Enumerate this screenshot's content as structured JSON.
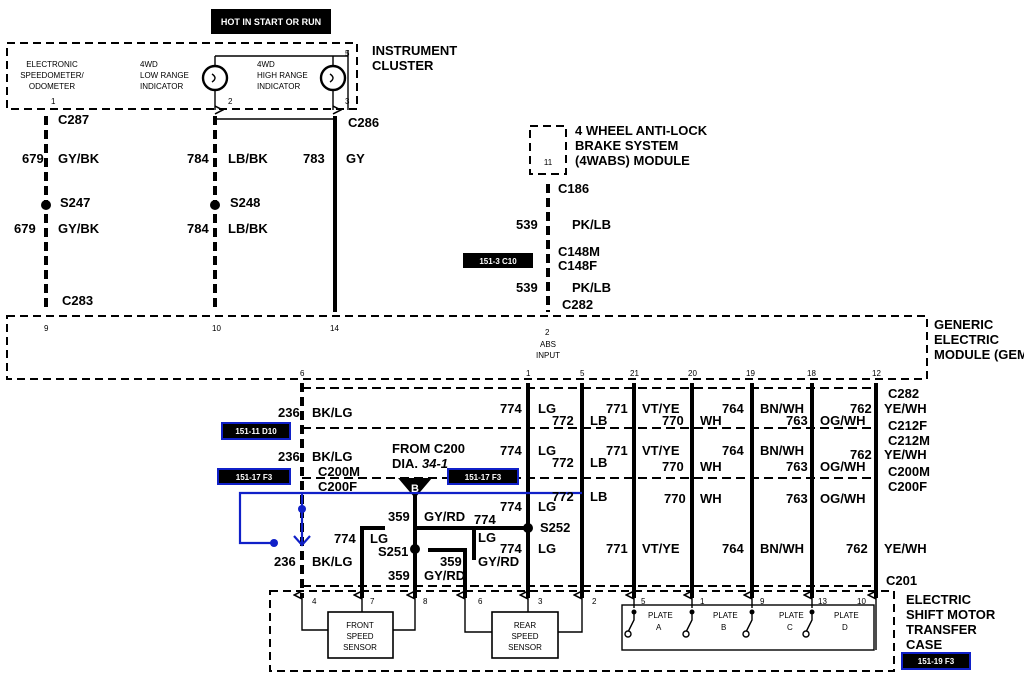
{
  "header": {
    "hot_label": "HOT IN START OR RUN"
  },
  "instrument_cluster": {
    "title_line1": "INSTRUMENT",
    "title_line2": "CLUSTER",
    "speedo_line1": "ELECTRONIC",
    "speedo_line2": "SPEEDOMETER/",
    "speedo_line3": "ODOMETER",
    "low_line1": "4WD",
    "low_line2": "LOW RANGE",
    "low_line3": "INDICATOR",
    "high_line1": "4WD",
    "high_line2": "HIGH RANGE",
    "high_line3": "INDICATOR",
    "pin1": "1",
    "pin2": "2",
    "pin3": "3",
    "pin5": "5"
  },
  "abs_module": {
    "line1": "4 WHEEL ANTI-LOCK",
    "line2": "BRAKE SYSTEM",
    "line3": "(4WABS) MODULE",
    "pin": "11"
  },
  "gem": {
    "line1": "GENERIC",
    "line2": "ELECTRIC",
    "line3": "MODULE (GEM)",
    "pin9": "9",
    "pin10": "10",
    "pin14": "14",
    "pin2": "2",
    "abs_input1": "ABS",
    "abs_input2": "INPUT",
    "pin6": "6",
    "pin1": "1",
    "pin5": "5",
    "pin21": "21",
    "pin20": "20",
    "pin19": "19",
    "pin18": "18",
    "pin12": "12"
  },
  "upper_wires": {
    "c287": "C287",
    "c286": "C286",
    "c283": "C283",
    "c186": "C186",
    "c148m": "C148M",
    "c148f": "C148F",
    "c282": "C282",
    "w679a": "679",
    "c679a": "GY/BK",
    "w679b": "679",
    "c679b": "GY/BK",
    "w784a": "784",
    "c784a": "LB/BK",
    "w784b": "784",
    "c784b": "LB/BK",
    "w783": "783",
    "c783": "GY",
    "w539a": "539",
    "c539a": "PK/LB",
    "w539b": "539",
    "c539b": "PK/LB",
    "s247": "S247",
    "s248": "S248"
  },
  "lower_wires": {
    "w236a": "236",
    "c236a": "BK/LG",
    "w236b": "236",
    "c236b": "BK/LG",
    "w236c": "236",
    "c236c": "BK/LG",
    "w774a": "774",
    "c774a": "LG",
    "w774b": "774",
    "c774b": "LG",
    "w774c": "774",
    "c774c": "LG",
    "w774d": "774",
    "c774d": "LG",
    "w774e": "774",
    "c774e": "LG",
    "w774f": "774",
    "c774f": "LG",
    "w774g": "774",
    "c774g": "LG",
    "w772a": "772",
    "c772a": "LB",
    "w772b": "772",
    "c772b": "LB",
    "w772c": "772",
    "c772c": "LB",
    "w771a": "771",
    "c771a": "VT/YE",
    "w771b": "771",
    "c771b": "VT/YE",
    "w771c": "771",
    "c771c": "VT/YE",
    "w770a": "770",
    "c770a": "WH",
    "w770b": "770",
    "c770b": "WH",
    "w770c": "770",
    "c770c": "WH",
    "w764a": "764",
    "c764a": "BN/WH",
    "w764b": "764",
    "c764b": "BN/WH",
    "w764c": "764",
    "c764c": "BN/WH",
    "w763a": "763",
    "c763a": "OG/WH",
    "w763b": "763",
    "c763b": "OG/WH",
    "w763c": "763",
    "c763c": "OG/WH",
    "w762a": "762",
    "c762a": "YE/WH",
    "w762b": "762",
    "c762b": "YE/WH",
    "w762c": "762",
    "c762c": "YE/WH",
    "w359a": "359",
    "c359a": "GY/RD",
    "w359b": "359",
    "w359c": "359",
    "c359c": "GY/RD",
    "c359d": "GY/RD",
    "c282": "C282",
    "c212f": "C212F",
    "c212m": "C212M",
    "c200m_r": "C200M",
    "c200f_r": "C200F",
    "c200m_l": "C200M",
    "c200f_l": "C200F",
    "c201": "C201",
    "s251": "S251",
    "s252": "S252",
    "from_c200": "FROM C200",
    "dia_label": "DIA.",
    "dia_value": "34-1",
    "b_label": "B"
  },
  "refs": {
    "r1": "151-3 C10",
    "r2": "151-11 D10",
    "r3": "151-17 F3",
    "r4": "151-17 F3",
    "r5": "151-19 F3"
  },
  "transfer_case": {
    "line1": "ELECTRIC",
    "line2": "SHIFT MOTOR",
    "line3": "TRANSFER",
    "line4": "CASE",
    "front_line1": "FRONT",
    "front_line2": "SPEED",
    "front_line3": "SENSOR",
    "rear_line1": "REAR",
    "rear_line2": "SPEED",
    "rear_line3": "SENSOR",
    "pin4": "4",
    "pin7": "7",
    "pin8": "8",
    "pin6": "6",
    "pin3": "3",
    "pin2": "2",
    "pin5": "5",
    "pin1": "1",
    "pin9": "9",
    "pin13": "13",
    "pin10": "10",
    "plate_a1": "PLATE",
    "plate_a2": "A",
    "plate_b1": "PLATE",
    "plate_b2": "B",
    "plate_c1": "PLATE",
    "plate_c2": "C",
    "plate_d1": "PLATE",
    "plate_d2": "D"
  }
}
